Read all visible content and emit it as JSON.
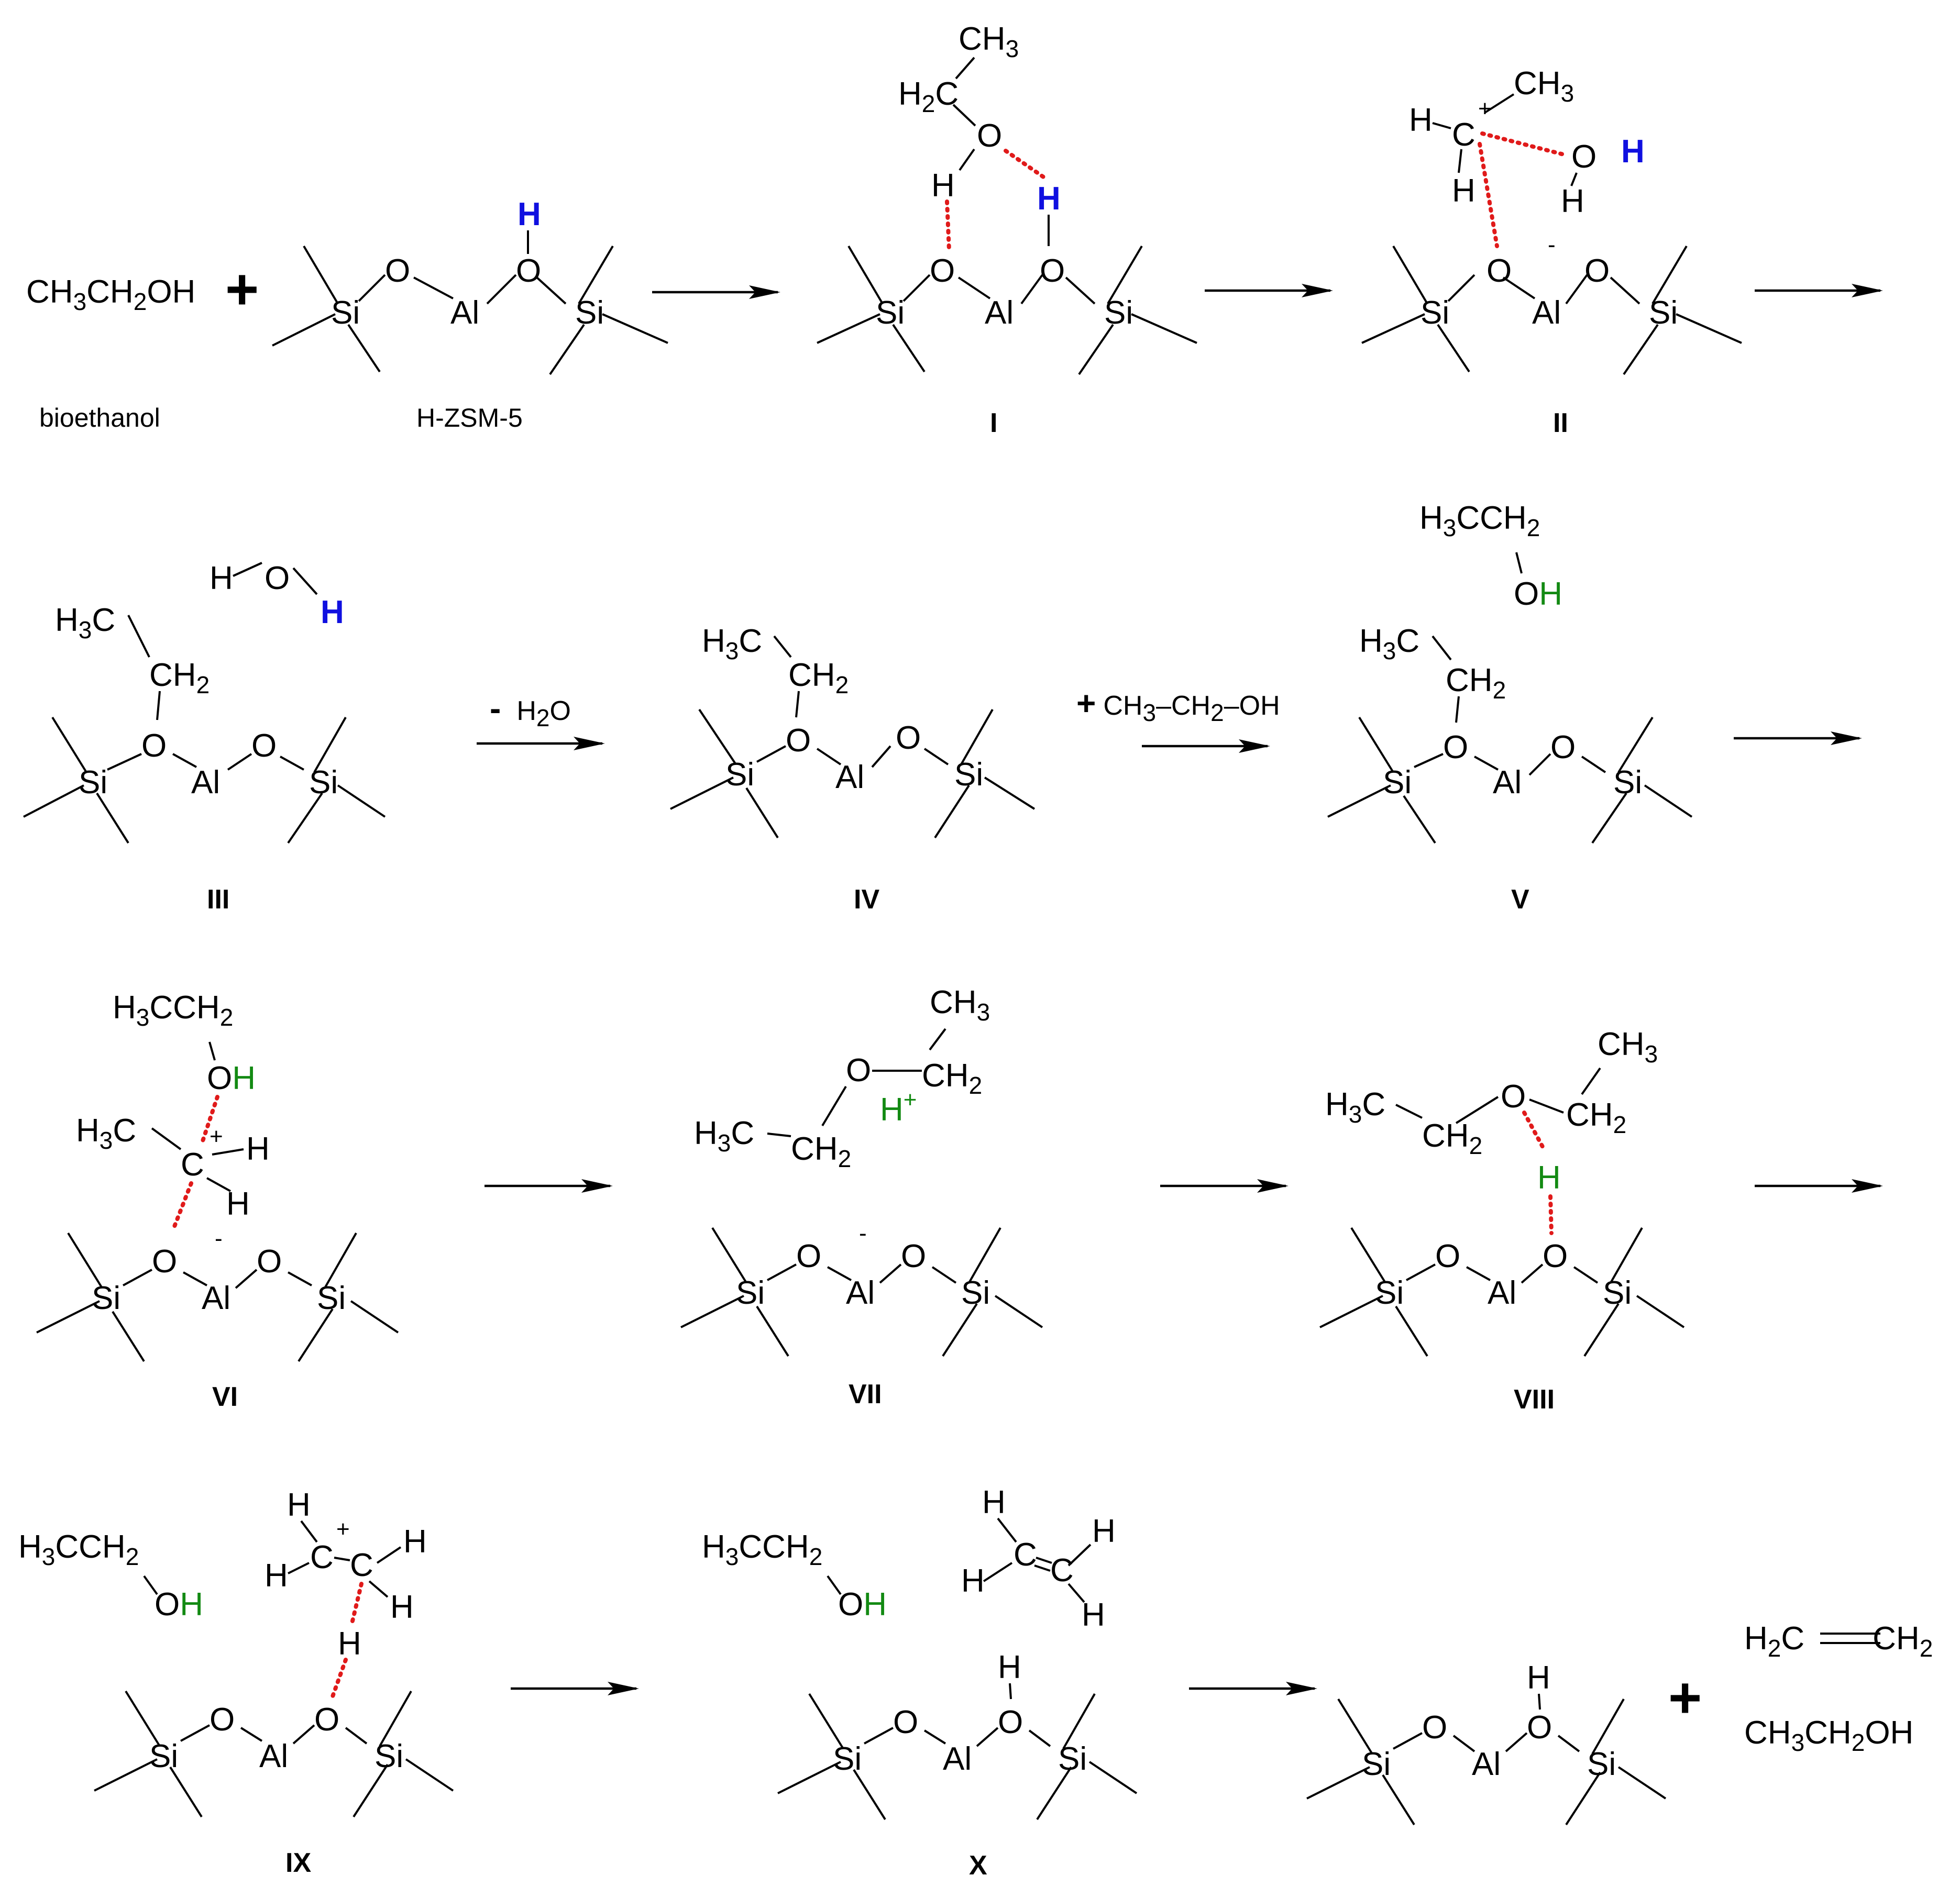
{
  "reactants": {
    "ethanol_formula": [
      "CH",
      "3",
      "CH",
      "2",
      "OH"
    ],
    "ethanol_caption": "bioethanol",
    "zeolite_caption": "H-ZSM-5",
    "plus": "+"
  },
  "atoms": {
    "si": "Si",
    "o": "O",
    "al": "Al",
    "h": "H",
    "c": "C",
    "oh": "OH",
    "minus": "-",
    "cation": "+",
    "plus": "+"
  },
  "groups": {
    "ch3": [
      "CH",
      "3"
    ],
    "h2c": [
      "H",
      "2",
      "C"
    ],
    "h3c": [
      "H",
      "3",
      "C"
    ],
    "ch2": [
      "CH",
      "2"
    ]
  },
  "steps": {
    "minus_water": [
      "-",
      "H",
      "2",
      "O"
    ],
    "plus_ethanol": [
      "+",
      "CH",
      "3",
      "–CH",
      "2",
      "–OH"
    ]
  },
  "intermediates": [
    "I",
    "II",
    "III",
    "IV",
    "V",
    "VI",
    "VII",
    "VIII",
    "IX",
    "X"
  ],
  "products": {
    "ethylene": [
      "H",
      "2",
      "C",
      "CH",
      "2"
    ],
    "ethanol": [
      "CH",
      "3",
      "CH",
      "2",
      "OH"
    ],
    "plus": "+"
  },
  "colors": {
    "zeolite_proton": "#1010e0",
    "ethanol_proton": "#138a13",
    "h_bond": "#e01a1a"
  }
}
